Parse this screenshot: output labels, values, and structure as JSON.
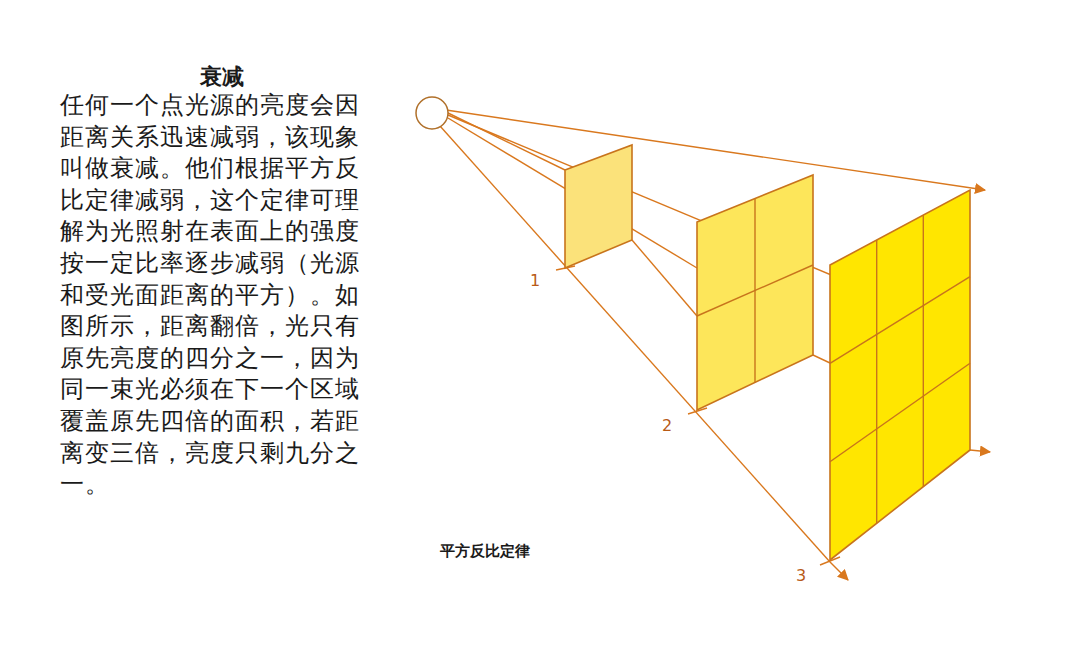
{
  "diagram": {
    "title": "衰减",
    "caption": "平方反比定律",
    "labels": [
      "任何一个点光源的亮度会因距离关系迅速减弱，该现象叫做衰减。他们根据平方反比定律减弱，这个定律可理解为光照射在表面上的强度按一定比率逐步减弱（光源和受光面距离的平方）。如图所示，距离翻倍，光只有原先亮度的四分之一，因为同一束光必须在下一个区域覆盖原先四倍的面积，若距离变三倍，亮度只剩九分之一。",
      "1",
      "2",
      "3"
    ]
  }
}
